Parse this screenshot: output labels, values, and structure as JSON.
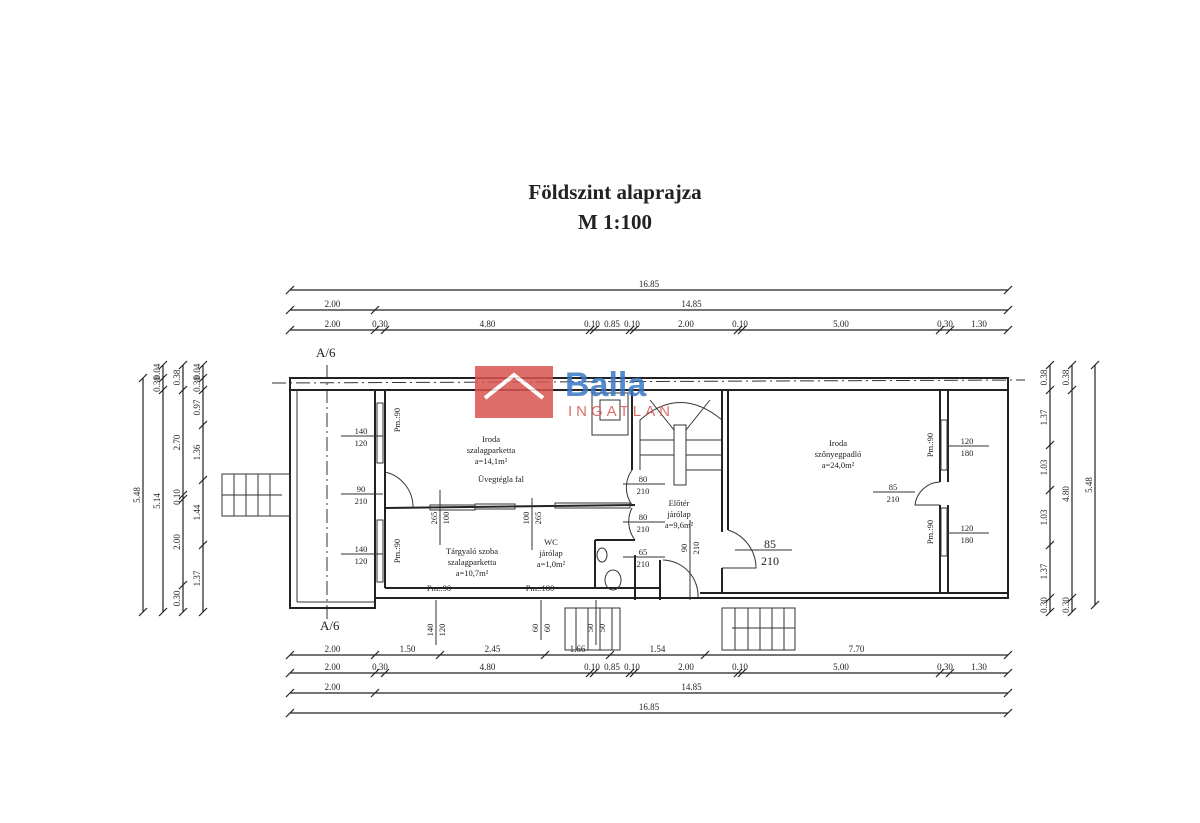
{
  "title": "Földszint alaprajza",
  "scale": "M 1:100",
  "watermark": {
    "brand": "Balla",
    "sub": "INGATLAN",
    "color_red": "#d9534f",
    "color_blue": "#3a78c4"
  },
  "axis_labels": {
    "top": "A/6",
    "bottom": "A/6"
  },
  "dims_top": {
    "overall": [
      "16.85"
    ],
    "mid": [
      "2.00",
      "14.85"
    ],
    "detail": [
      "2.00",
      "0.30",
      "4.80",
      "0.10",
      "0.85",
      "0.10",
      "2.00",
      "0.10",
      "5.00",
      "0.30",
      "1.30"
    ]
  },
  "dims_bottom": {
    "openings": [
      "2.00",
      "1.50",
      "2.45",
      "1.66",
      "1.54",
      "7.70"
    ],
    "detail": [
      "2.00",
      "0.30",
      "4.80",
      "0.10",
      "0.85",
      "0.10",
      "2.00",
      "0.10",
      "5.00",
      "0.30",
      "1.30"
    ],
    "mid": [
      "2.00",
      "14.85"
    ],
    "overall": [
      "16.85"
    ]
  },
  "dims_left": {
    "c1": [
      "5.48"
    ],
    "c2": [
      "0.04",
      "0.30",
      "5.14"
    ],
    "c3": [
      "0.38",
      "2.70",
      "0.10",
      "2.00",
      "0.30"
    ],
    "c4": [
      "0.04",
      "0.30",
      "0.97",
      "1.36",
      "1.44",
      "1.37"
    ]
  },
  "dims_right": {
    "c1": [
      "0.38",
      "1.37",
      "1.03",
      "1.03",
      "1.37",
      "0.30"
    ],
    "c2": [
      "0.38",
      "4.80",
      "0.30"
    ],
    "c3": [
      "5.48"
    ]
  },
  "rooms": {
    "office1": {
      "name": "Iroda",
      "floor": "szalagparketta",
      "area": "a=14,1m²"
    },
    "meeting": {
      "name": "Tárgyaló szoba",
      "floor": "szalagparketta",
      "area": "a=10,7m²"
    },
    "wc": {
      "name": "WC",
      "floor": "járólap",
      "area": "a=1,0m²"
    },
    "hall": {
      "name": "Előtér",
      "floor": "járólap",
      "area": "a=9,6m²"
    },
    "office2": {
      "name": "Iroda",
      "floor": "szőnyegpadló",
      "area": "a=24,0m²"
    }
  },
  "glass_wall": "Üvegtégla fal",
  "openings": {
    "w1": [
      "140",
      "120"
    ],
    "d1": [
      "90",
      "210"
    ],
    "w2": [
      "140",
      "120"
    ],
    "d2": [
      "80",
      "210"
    ],
    "d3": [
      "80",
      "210"
    ],
    "d4": [
      "65",
      "210"
    ],
    "d5": [
      "85",
      "210"
    ],
    "d6": [
      "85",
      "210"
    ],
    "w3": [
      "120",
      "180"
    ],
    "w4": [
      "120",
      "180"
    ],
    "v1": [
      "265",
      "100"
    ],
    "v2": [
      "100",
      "265"
    ],
    "v3": [
      "90",
      "210"
    ],
    "b1": [
      "140",
      "120"
    ],
    "b2": [
      "60",
      "60"
    ],
    "b3": [
      "50",
      "50"
    ]
  },
  "sills": {
    "p1": "Pm.:90",
    "p2": "Pm.:90",
    "p3": "Pm.:90",
    "p4": "Pm.:180",
    "p5": "Pm.:90",
    "p6": "Pm.:90"
  }
}
